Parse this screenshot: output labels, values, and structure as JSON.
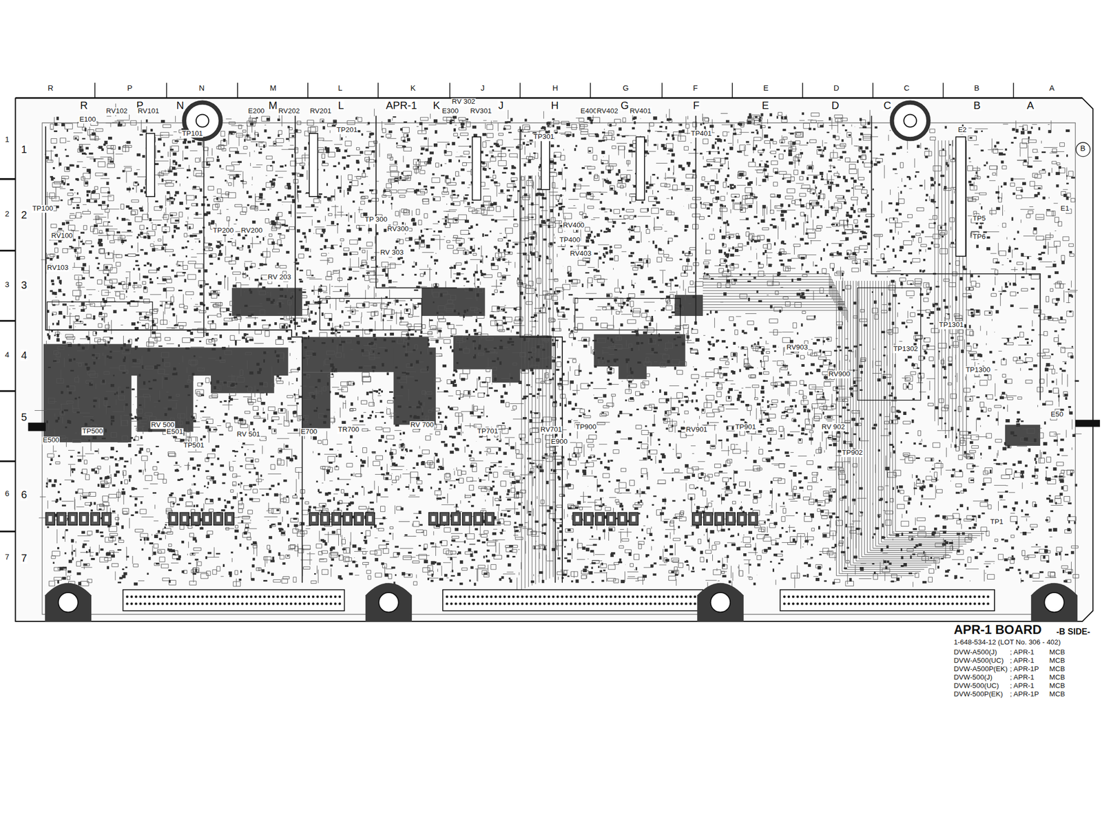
{
  "diagram": {
    "title": "APR-1 BOARD",
    "caption": "1-648-534-12 (LOT No. 306 - 402)",
    "labels": [
      "R",
      "P",
      "N",
      "M",
      "L",
      "K",
      "J",
      "H",
      "G",
      "F",
      "E",
      "D",
      "C",
      "B",
      "A",
      "R",
      "P",
      "N",
      "M",
      "L",
      "APR-1",
      "K",
      "J",
      "H",
      "G",
      "F",
      "E",
      "D",
      "C",
      "B",
      "A",
      "1",
      "2",
      "3",
      "4",
      "6",
      "7",
      "1",
      "2",
      "3",
      "4",
      "5",
      "6",
      "7",
      "B",
      "E100",
      "RV102",
      "RV101",
      "TP101",
      "E200",
      "RV202",
      "RV201",
      "TP201",
      "E300",
      "RV 302",
      "RV301",
      "TP301",
      "E400",
      "RV402",
      "RV401",
      "TP401",
      "E2",
      "E1",
      "TP5",
      "TP6",
      "TP100",
      "RV100",
      "RV103",
      "TP200",
      "RV200",
      "RV 203",
      "TP 300",
      "RV300",
      "RV 303",
      "RV400",
      "TP400",
      "RV403",
      "RV903",
      "RV900",
      "TP1302",
      "TP1301",
      "TP1300",
      "TP500",
      "RV 500",
      "E501",
      "TP501",
      "RV 501",
      "E500",
      "E700",
      "TR700",
      "RV 700",
      "TP701",
      "RV701",
      "E900",
      "TP900",
      "RV901",
      "TP901",
      "RV 902",
      "TP902",
      "TP1",
      "E50",
      "-B SIDE-",
      "DVW-A500(J)",
      "; APR-1",
      "MCB",
      "DVW-A500(UC)",
      "; APR-1",
      "MCB",
      "DVW-A500P(EK)",
      "; APR-1P",
      "MCB",
      "DVW-500(J)",
      "; APR-1",
      "MCB",
      "DVW-500(UC)",
      "; APR-1",
      "MCB",
      "DVW-500P(EK)",
      "; APR-1P",
      "MCB"
    ]
  }
}
